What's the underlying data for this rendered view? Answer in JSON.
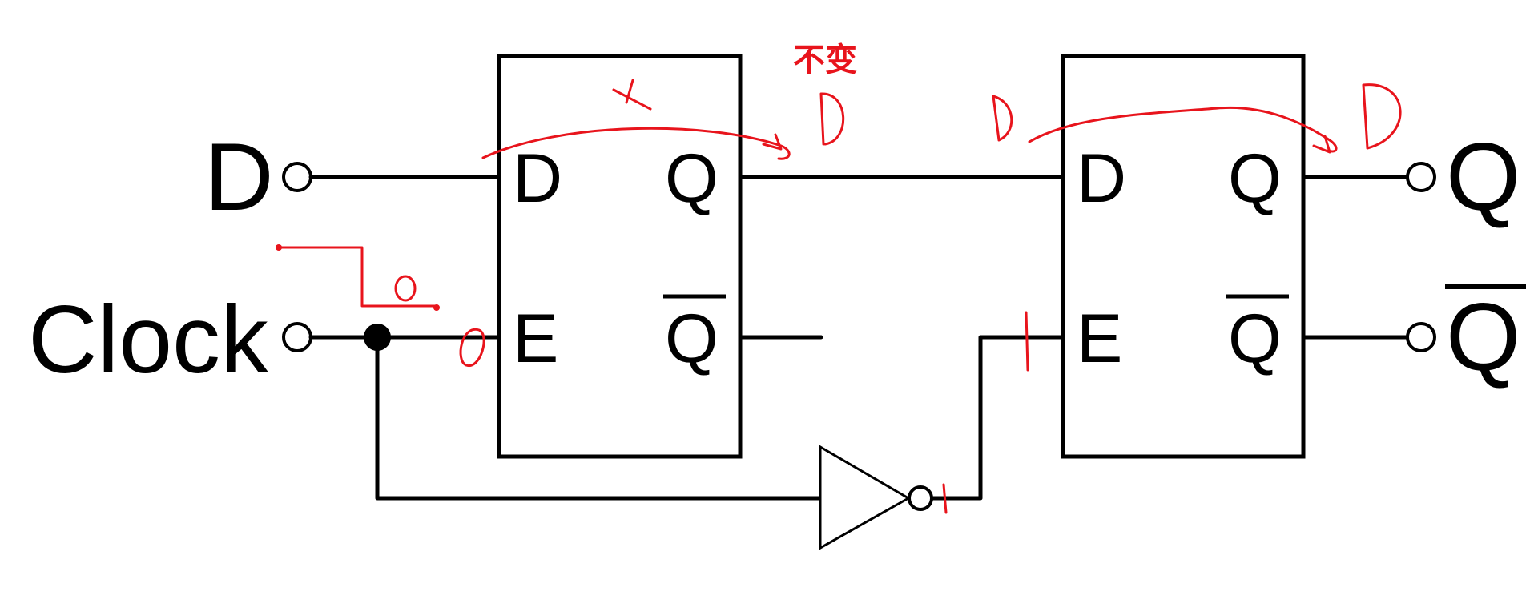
{
  "inputs": {
    "d": "D",
    "clock": "Clock"
  },
  "outputs": {
    "q": "Q",
    "q_bar": "Q"
  },
  "latch_master": {
    "d": "D",
    "q": "Q",
    "e": "E",
    "q_bar": "Q"
  },
  "latch_slave": {
    "d": "D",
    "q": "Q",
    "e": "E",
    "q_bar": "Q"
  },
  "annotations": {
    "unchanged": "不变",
    "clock_low": "0",
    "e_master": "0",
    "not_out": "1",
    "e_slave": "1",
    "master_q_value": "D",
    "slave_d_value": "D",
    "slave_q_value": "D",
    "master_cross": "×"
  },
  "colors": {
    "ink": "#e8141c",
    "line": "#000000"
  }
}
